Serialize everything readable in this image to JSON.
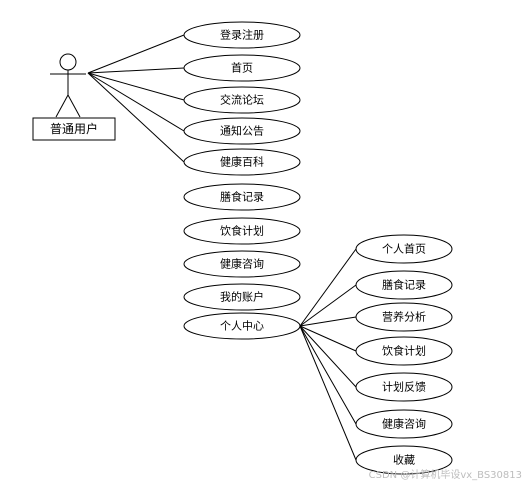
{
  "actor": {
    "label": "普通用户"
  },
  "main_use_cases": [
    {
      "id": "login",
      "label": "登录注册",
      "linked": true
    },
    {
      "id": "home",
      "label": "首页",
      "linked": true
    },
    {
      "id": "forum",
      "label": "交流论坛",
      "linked": true
    },
    {
      "id": "notice",
      "label": "通知公告",
      "linked": true
    },
    {
      "id": "encyclopedia",
      "label": "健康百科",
      "linked": true
    },
    {
      "id": "diet-record",
      "label": "膳食记录",
      "linked": false
    },
    {
      "id": "diet-plan",
      "label": "饮食计划",
      "linked": false
    },
    {
      "id": "consult",
      "label": "健康咨询",
      "linked": false
    },
    {
      "id": "account",
      "label": "我的账户",
      "linked": false
    },
    {
      "id": "center",
      "label": "个人中心",
      "linked": false
    }
  ],
  "sub_use_cases": [
    {
      "id": "personal-home",
      "label": "个人首页"
    },
    {
      "id": "sub-diet-record",
      "label": "膳食记录"
    },
    {
      "id": "nutrition",
      "label": "营养分析"
    },
    {
      "id": "sub-diet-plan",
      "label": "饮食计划"
    },
    {
      "id": "feedback",
      "label": "计划反馈"
    },
    {
      "id": "sub-consult",
      "label": "健康咨询"
    },
    {
      "id": "favorites",
      "label": "收藏"
    }
  ],
  "watermark": "CSDN @计算机毕设vx_BS30813"
}
